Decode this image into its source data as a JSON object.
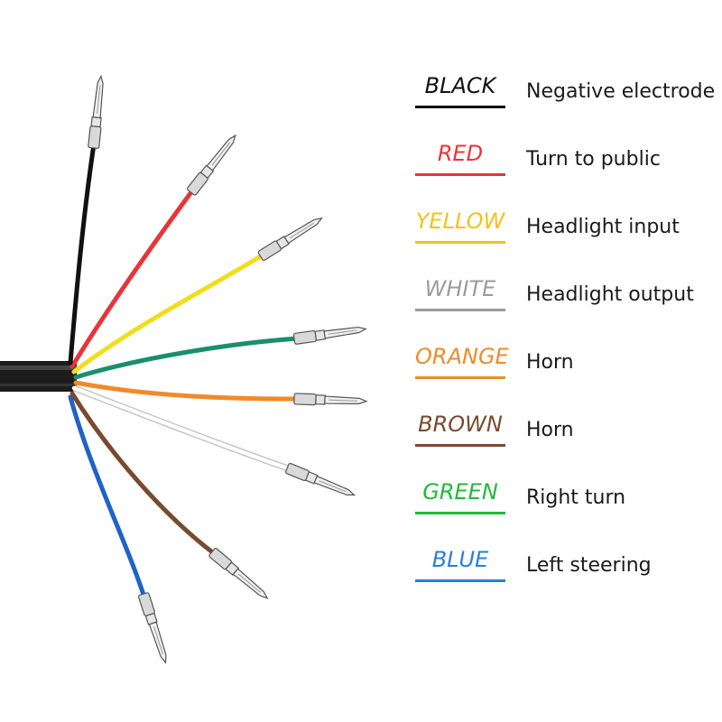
{
  "wires": [
    {
      "id": "black",
      "label": "BLACK",
      "meaning": "Negative electrode",
      "color": "#111111",
      "label_color": "#111111"
    },
    {
      "id": "red",
      "label": "RED",
      "meaning": "Turn to public",
      "color": "#e8343a",
      "label_color": "#e8343a"
    },
    {
      "id": "yellow",
      "label": "YELLOW",
      "meaning": "Headlight input",
      "color": "#f2dd1c",
      "label_color": "#f2c21c"
    },
    {
      "id": "white",
      "label": "WHITE",
      "meaning": "Headlight output",
      "color": "#ffffff",
      "label_color": "#9b9b9b"
    },
    {
      "id": "orange",
      "label": "ORANGE",
      "meaning": "Horn",
      "color": "#f08a2a",
      "label_color": "#f08a2a"
    },
    {
      "id": "brown",
      "label": "BROWN",
      "meaning": "Horn",
      "color": "#7a4a2e",
      "label_color": "#7a4a2e"
    },
    {
      "id": "green",
      "label": "GREEN",
      "meaning": "Right turn",
      "color": "#1a8f6a",
      "label_color": "#22b83a"
    },
    {
      "id": "blue",
      "label": "BLUE",
      "meaning": "Left steering",
      "color": "#1f63c9",
      "label_color": "#2a7fd9"
    }
  ],
  "icons": [
    "cable-icon",
    "terminal-pin-icon"
  ]
}
